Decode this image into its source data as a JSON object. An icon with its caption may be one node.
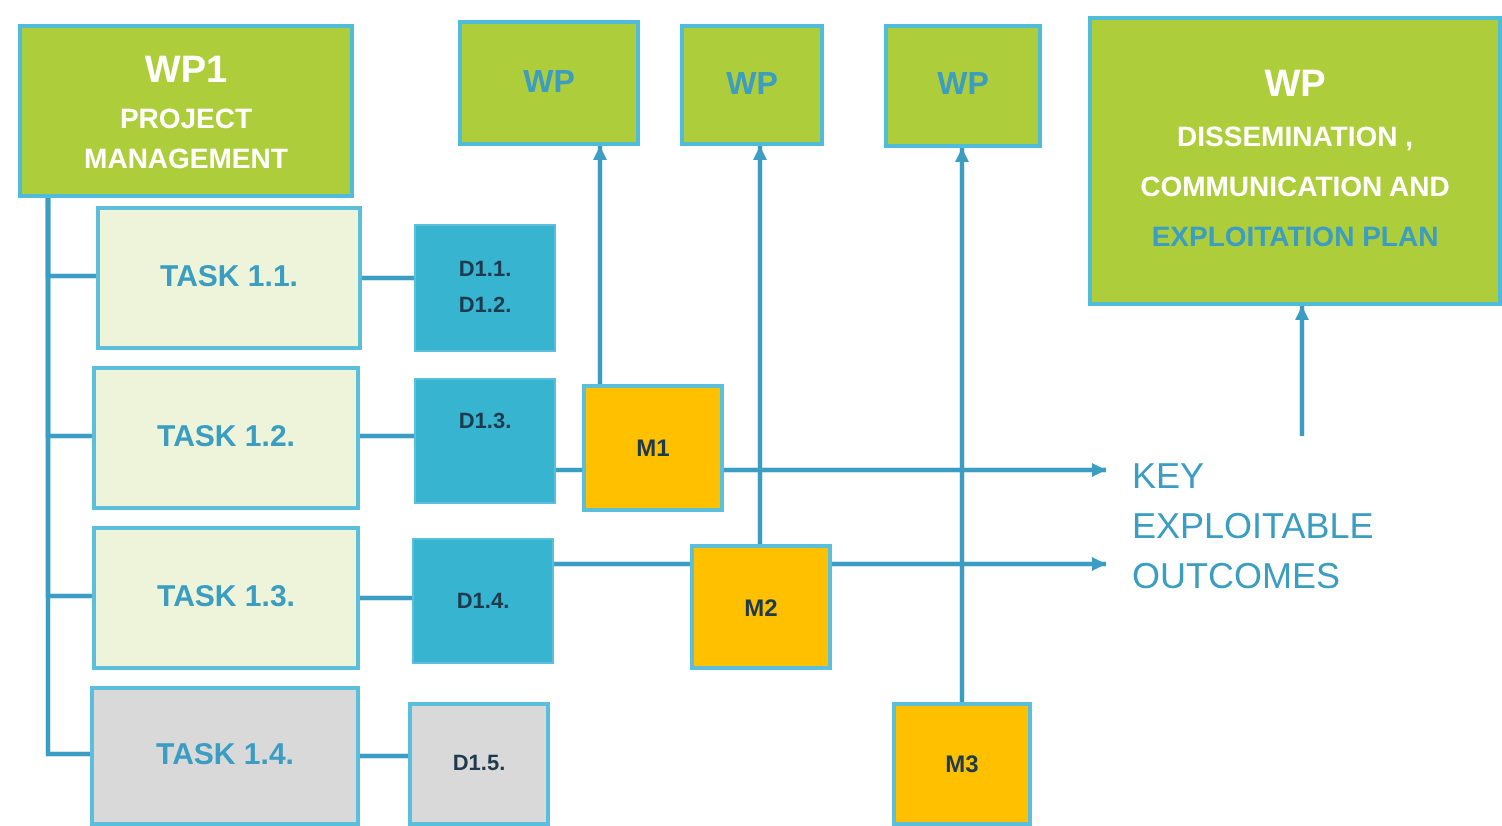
{
  "diagram": {
    "nodes": [
      {
        "text": [
          "WP1",
          "PROJECT MANAGEMENT"
        ]
      },
      {
        "text": [
          "WP"
        ]
      },
      {
        "text": [
          "WP"
        ]
      },
      {
        "text": [
          "WP"
        ]
      },
      {
        "text": [
          "WP",
          "DISSEMINATION , COMMUNICATION AND",
          "EXPLOITATION PLAN"
        ]
      },
      {
        "text": [
          "TASK 1.1."
        ]
      },
      {
        "text": [
          "TASK 1.2."
        ]
      },
      {
        "text": [
          "TASK 1.3."
        ]
      },
      {
        "text": [
          "TASK 1.4."
        ]
      },
      {
        "text": [
          "D1.1.",
          "D1.2."
        ]
      },
      {
        "text": [
          "D1.3."
        ]
      },
      {
        "text": [
          "D1.4."
        ]
      },
      {
        "text": [
          "D1.5."
        ]
      },
      {
        "text": [
          "M1"
        ]
      },
      {
        "text": [
          "M2"
        ]
      },
      {
        "text": [
          "M3"
        ]
      },
      {
        "text": [
          "KEY EXPLOITABLE OUTCOMES"
        ]
      }
    ],
    "edges": [
      {
        "from": 0,
        "to": 5,
        "arrow": "none"
      },
      {
        "from": 0,
        "to": 6,
        "arrow": "none"
      },
      {
        "from": 0,
        "to": 7,
        "arrow": "none"
      },
      {
        "from": 0,
        "to": 8,
        "arrow": "none"
      },
      {
        "from": 5,
        "to": 9,
        "arrow": "none"
      },
      {
        "from": 6,
        "to": 10,
        "arrow": "none"
      },
      {
        "from": 7,
        "to": 11,
        "arrow": "none"
      },
      {
        "from": 8,
        "to": 12,
        "arrow": "none"
      },
      {
        "from": 10,
        "to": 13,
        "arrow": "none"
      },
      {
        "from": 11,
        "to": 14,
        "arrow": "none"
      },
      {
        "from": 13,
        "to": 1,
        "arrow": "to"
      },
      {
        "from": 14,
        "to": 2,
        "arrow": "to"
      },
      {
        "from": 15,
        "to": 3,
        "arrow": "to"
      },
      {
        "from": 13,
        "to": 16,
        "arrow": "to"
      },
      {
        "from": 14,
        "to": 16,
        "arrow": "to"
      },
      {
        "from": 16,
        "to": 4,
        "arrow": "to"
      }
    ]
  }
}
